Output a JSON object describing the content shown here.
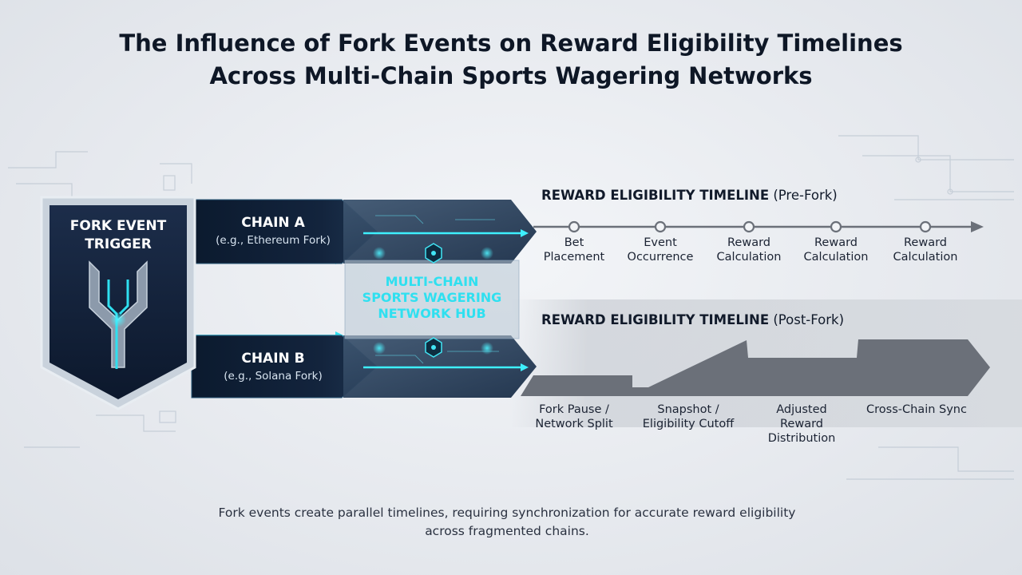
{
  "title": {
    "line1": "The Influence of Fork Events on Reward Eligibility Timelines",
    "line2": "Across Multi-Chain Sports Wagering Networks"
  },
  "trigger": {
    "line1": "FORK EVENT",
    "line2": "TRIGGER"
  },
  "chain_a": {
    "name": "CHAIN A",
    "sub": "(e.g., Ethereum Fork)"
  },
  "chain_b": {
    "name": "CHAIN B",
    "sub": "(e.g., Solana Fork)"
  },
  "hub": {
    "line1": "MULTI-CHAIN",
    "line2": "SPORTS WAGERING",
    "line3": "NETWORK HUB"
  },
  "pre_fork": {
    "heading": "REWARD ELIGIBILITY TIMELINE (Pre-Fork)",
    "milestones": [
      {
        "line1": "Bet",
        "line2": "Placement"
      },
      {
        "line1": "Event",
        "line2": "Occurrence"
      },
      {
        "line1": "Reward",
        "line2": "Calculation"
      },
      {
        "line1": "Reward",
        "line2": "Calculation"
      },
      {
        "line1": "Reward",
        "line2": "Calculation"
      }
    ]
  },
  "post_fork": {
    "heading": "REWARD ELIGIBILITY TIMELINE (Post-Fork)",
    "phases": [
      {
        "line1": "Fork Pause /",
        "line2": "Network Split",
        "line3": ""
      },
      {
        "line1": "Snapshot /",
        "line2": "Eligibility Cutoff",
        "line3": ""
      },
      {
        "line1": "Adjusted",
        "line2": "Reward",
        "line3": "Distribution"
      },
      {
        "line1": "Cross-Chain Sync",
        "line2": "",
        "line3": ""
      }
    ]
  },
  "caption": {
    "line1": "Fork events create parallel timelines, requiring synchronization for accurate reward eligibility",
    "line2": "across fragmented chains."
  },
  "colors": {
    "navy": "#0f1e33",
    "cyan": "#2fe0f0",
    "timeline_gray": "#6b7079",
    "text_dark": "#111a2a"
  },
  "icons": [
    "fork-trident-icon",
    "hexagon-node-icon"
  ]
}
